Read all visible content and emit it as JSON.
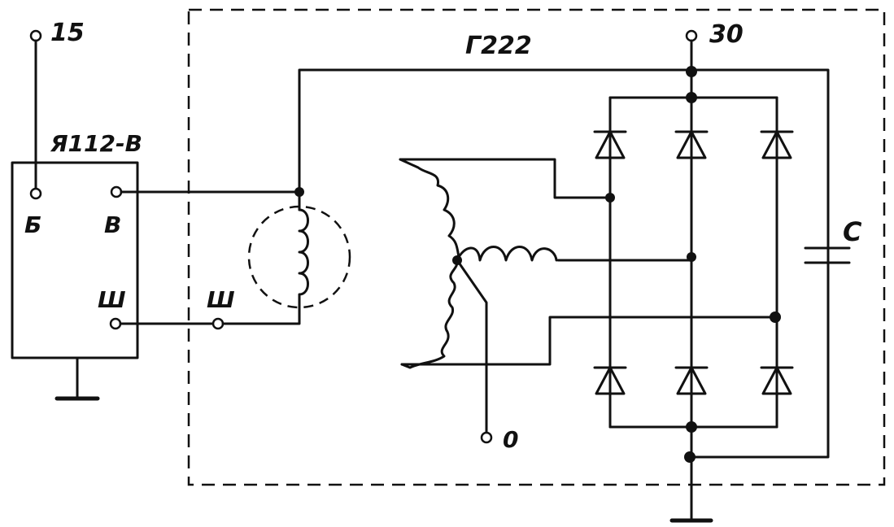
{
  "generator_label": "Г222",
  "regulator_label": "Я112-В",
  "terminals": {
    "t15": "15",
    "t30": "30",
    "reg_b": "Б",
    "reg_v": "В",
    "reg_sh": "Ш",
    "gen_sh": "Ш",
    "neutral": "0"
  },
  "capacitor_label": "С"
}
